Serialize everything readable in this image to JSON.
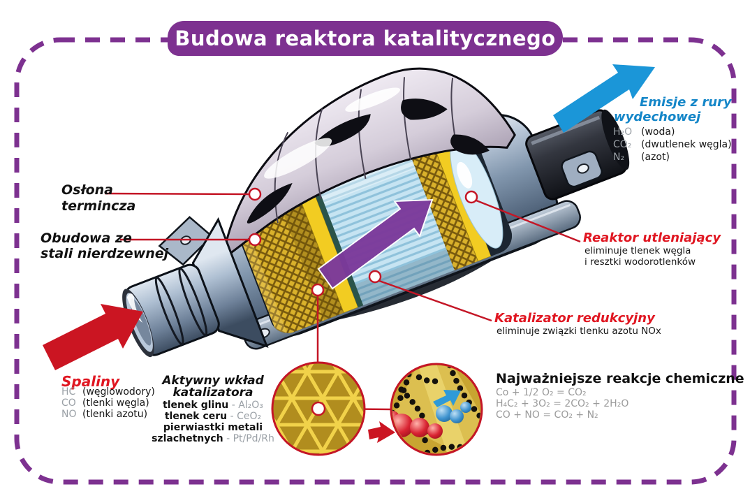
{
  "banner": {
    "title": "Budowa reaktora katalitycznego"
  },
  "emissions": {
    "heading_line1": "Emisje z rury",
    "heading_line2": "wydechowej",
    "items": [
      {
        "formula": "H₂O",
        "desc": "(woda)"
      },
      {
        "formula": "CO₂",
        "desc": "(dwutlenek węgla)"
      },
      {
        "formula": "N₂",
        "desc": "(azot)"
      }
    ]
  },
  "thermal_shield": {
    "line1": "Osłona",
    "line2": "termincza"
  },
  "housing": {
    "line1": "Obudowa ze",
    "line2": "stali nierdzewnej"
  },
  "oxidizer": {
    "title": "Reaktor utleniający",
    "desc_line1": "eliminuje tlenek węgla",
    "desc_line2": "i resztki wodorotlenków"
  },
  "reducer": {
    "title": "Katalizator redukcyjny",
    "desc": "eliminuje związki tlenku azotu NOx"
  },
  "exhaust_in": {
    "title": "Spaliny",
    "items": [
      {
        "formula": "HC",
        "desc": "(węglowodory)"
      },
      {
        "formula": "CO",
        "desc": "(tlenki węgla)"
      },
      {
        "formula": "NO",
        "desc": "(tlenki azotu)"
      }
    ]
  },
  "active_core": {
    "title_line1": "Aktywny wkład",
    "title_line2": "katalizatora",
    "items": [
      {
        "black": "tlenek glinu",
        "gray": "- Al₂O₃"
      },
      {
        "black": "tlenek ceru",
        "gray": "- CeO₂"
      },
      {
        "black": "pierwiastki metali",
        "gray": ""
      },
      {
        "black": "szlachetnych",
        "gray": "- Pt/Pd/Rh"
      }
    ]
  },
  "reactions": {
    "title": "Najważniejsze reakcje chemiczne",
    "equations": [
      "Co + 1/2 O₂ = CO₂",
      "H₄C₂ + 3O₂ = 2CO₂ + 2H₂O",
      "CO + NO = CO₂ + N₂"
    ]
  },
  "colors": {
    "purple": "#7d3190",
    "purple_arrow": "#7c3a9b",
    "red": "#c41626",
    "red_text": "#e01722",
    "blue_arrow": "#1b96d8",
    "blue_text": "#1486c8",
    "gray_text": "#9b9b9b",
    "gold": "#d9b12b",
    "steel": "#8196ad",
    "core_blue": "#c6e4f2"
  }
}
